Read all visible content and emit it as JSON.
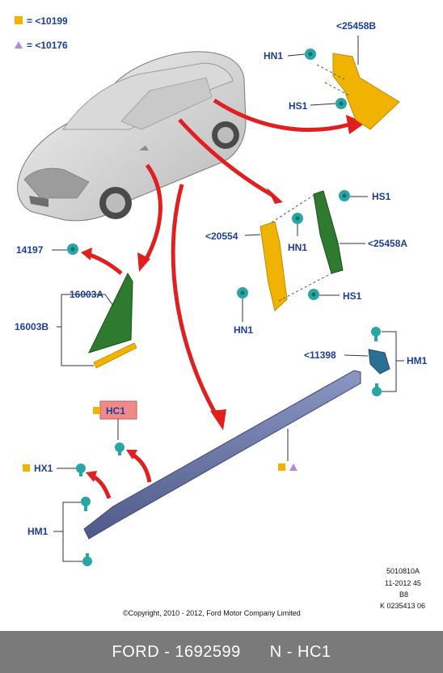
{
  "legend": [
    {
      "symbol": "square",
      "color": "#f0b400",
      "text": "= <10199"
    },
    {
      "symbol": "triangle",
      "color": "#b48ad6",
      "text": "= <10176"
    }
  ],
  "labels": {
    "l_25458B": "<25458B",
    "hn1_top": "HN1",
    "hs1_top": "HS1",
    "hs1_mid": "HS1",
    "l_20554": "<20554",
    "hn1_mid": "HN1",
    "l_25458A": "<25458A",
    "hs1_low": "HS1",
    "hn1_low": "HN1",
    "l_14197": "14197",
    "l_16003A": "16003A",
    "l_16003B": "16003B",
    "l_11398": "<11398",
    "hm1_right": "HM1",
    "hc1": "HC1",
    "hx1": "HX1",
    "hm1_left": "HM1"
  },
  "colors": {
    "label_blue": "#1d3f9a",
    "arrow_red": "#e02020",
    "part_yellow": "#f0b400",
    "part_green": "#2e7a2e",
    "clip_teal": "#2aa5a5",
    "sill_blue": "#6a78a8",
    "hc1_highlight": "#f08a8a",
    "footer_bg": "#7a7a7a"
  },
  "doc_codes": [
    "5010810A",
    "11-2012 45",
    "B8",
    "K 0235413 06"
  ],
  "copyright": "©Copyright, 2010 - 2012, Ford Motor Company Limited",
  "footer": {
    "part": "FORD - 1692599",
    "code": "N - HC1"
  }
}
